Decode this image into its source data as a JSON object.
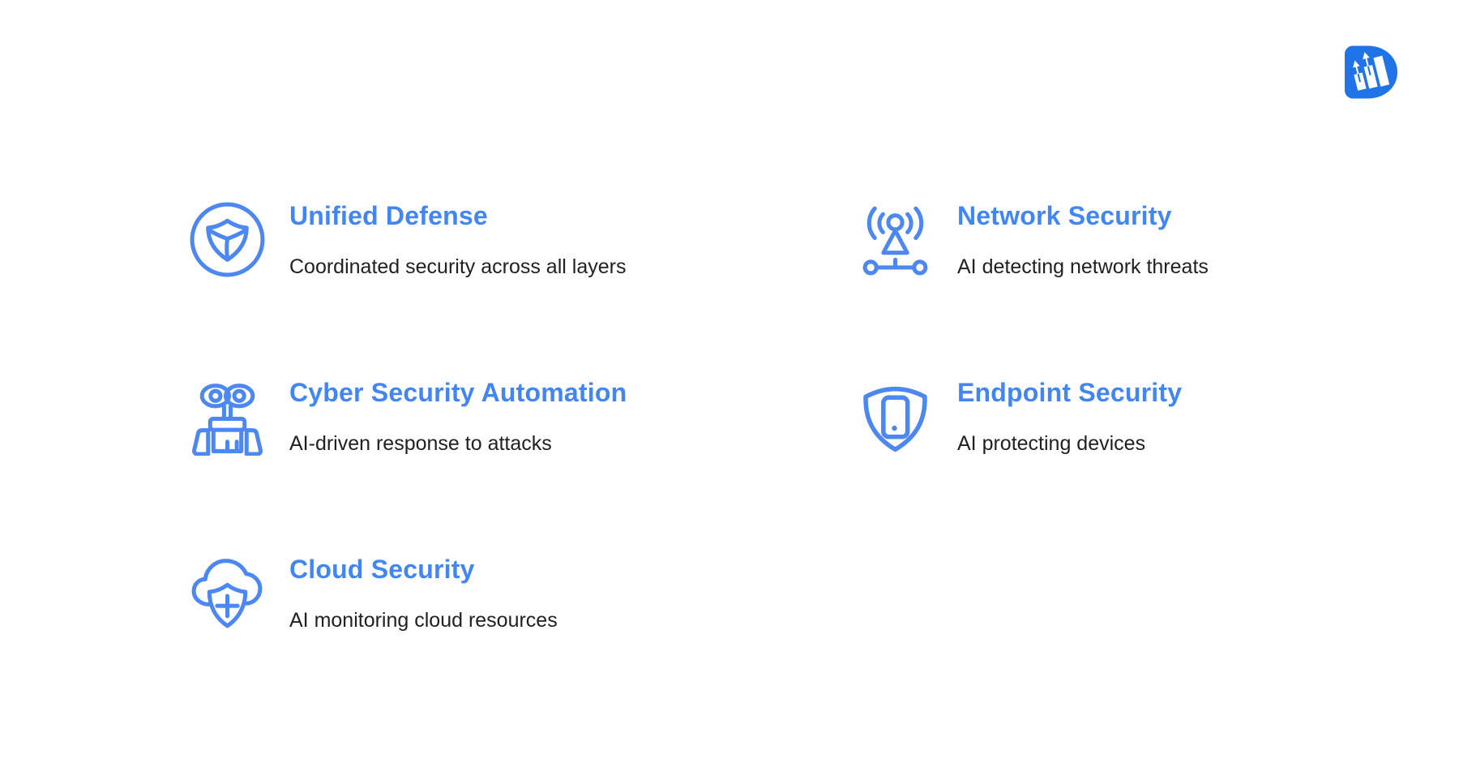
{
  "page": {
    "background": "#ffffff"
  },
  "colors": {
    "title_blue": "#4285f4",
    "icon_blue": "#4d88f2",
    "body_text": "#202124",
    "logo_blue": "#2173e8"
  },
  "logo": {
    "icon": "d-growth-chart-logo"
  },
  "features": [
    {
      "id": "unified-defense",
      "icon": "shield-circle-icon",
      "title": "Unified Defense",
      "description": "Coordinated security across all layers"
    },
    {
      "id": "network-security",
      "icon": "antenna-network-icon",
      "title": "Network Security",
      "description": "AI detecting network threats"
    },
    {
      "id": "cyber-security-automation",
      "icon": "robot-icon",
      "title": "Cyber Security Automation",
      "description": "AI-driven response to attacks"
    },
    {
      "id": "endpoint-security",
      "icon": "shield-device-icon",
      "title": "Endpoint Security",
      "description": "AI protecting devices"
    },
    {
      "id": "cloud-security",
      "icon": "cloud-shield-icon",
      "title": "Cloud Security",
      "description": "AI monitoring cloud resources"
    }
  ]
}
